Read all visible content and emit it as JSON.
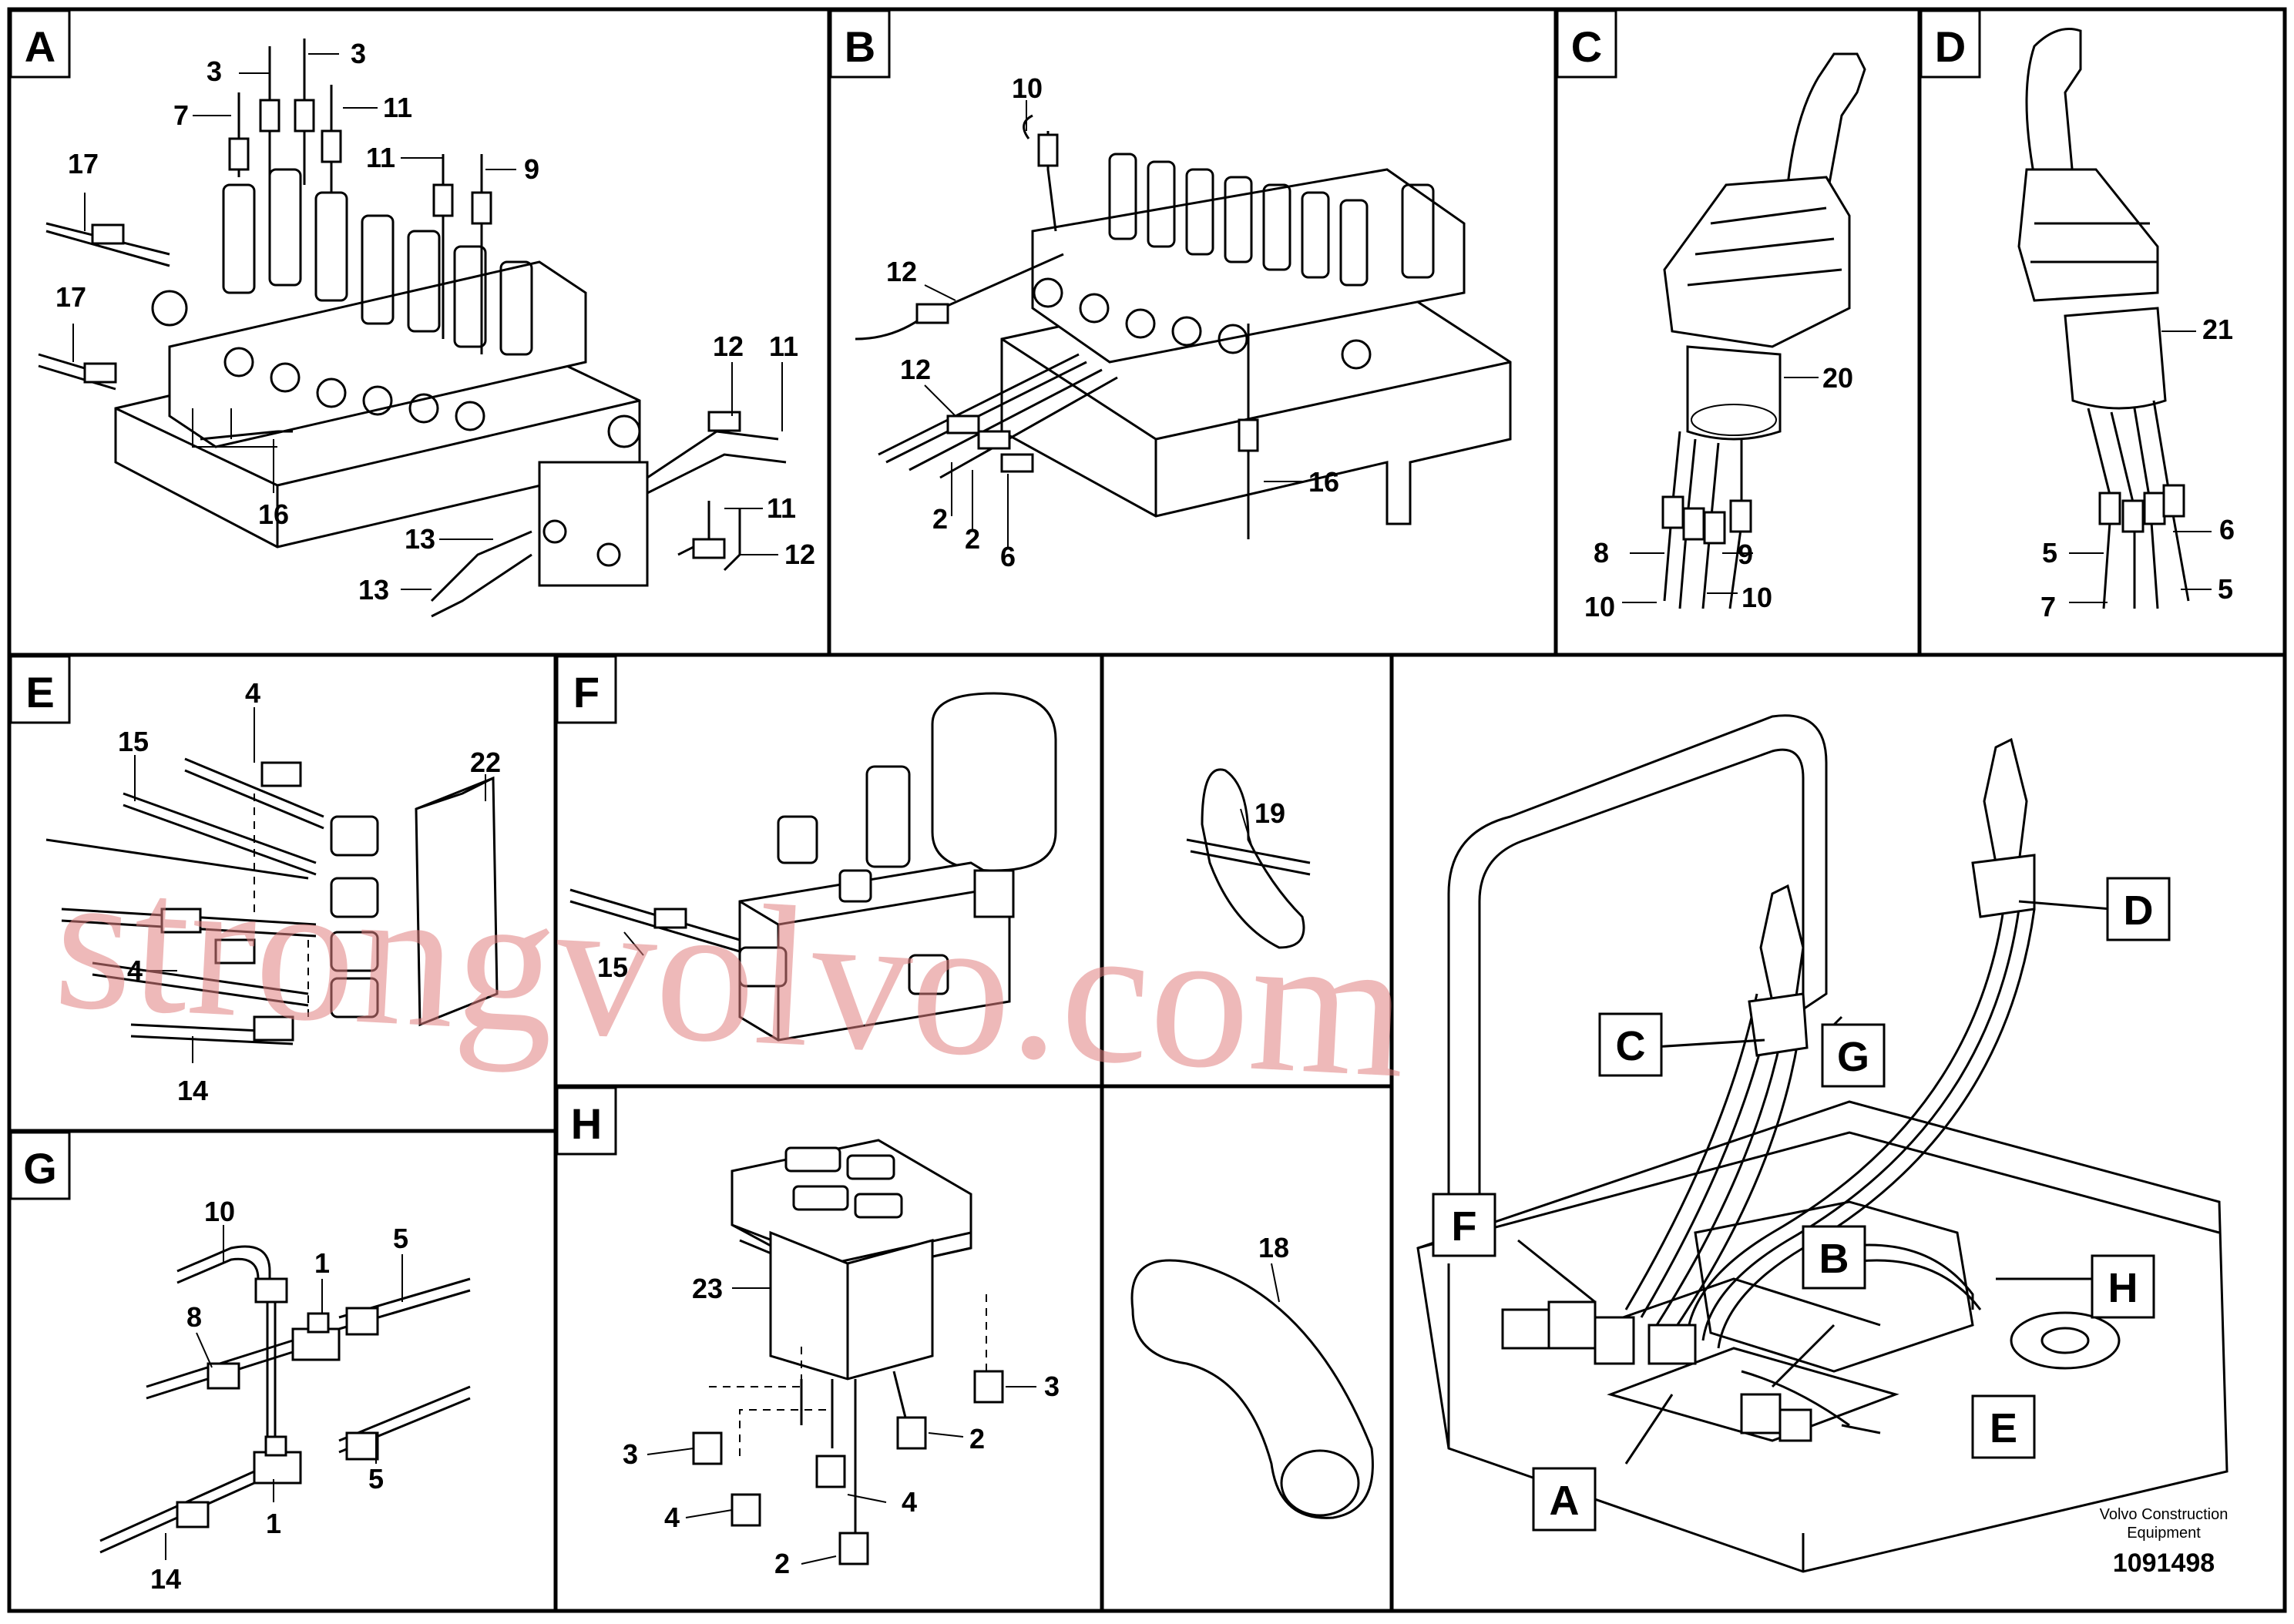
{
  "panels": {
    "A": {
      "tag": "A",
      "labels": [
        "3",
        "3",
        "7",
        "11",
        "11",
        "9",
        "17",
        "17",
        "16",
        "12",
        "11",
        "11",
        "12",
        "13",
        "13"
      ]
    },
    "B": {
      "tag": "B",
      "labels": [
        "10",
        "12",
        "12",
        "2",
        "2",
        "6",
        "16"
      ]
    },
    "C": {
      "tag": "C",
      "labels": [
        "20",
        "8",
        "9",
        "10",
        "10"
      ]
    },
    "D": {
      "tag": "D",
      "labels": [
        "21",
        "6",
        "5",
        "7",
        "5"
      ]
    },
    "E": {
      "tag": "E",
      "labels": [
        "4",
        "15",
        "22",
        "4",
        "14"
      ]
    },
    "F": {
      "tag": "F",
      "labels": [
        "15"
      ]
    },
    "T": {
      "labels": [
        "19"
      ]
    },
    "G": {
      "tag": "G",
      "labels": [
        "10",
        "1",
        "5",
        "8",
        "5",
        "1",
        "14"
      ]
    },
    "H": {
      "tag": "H",
      "labels": [
        "23",
        "3",
        "3",
        "2",
        "4",
        "4",
        "2"
      ]
    },
    "R": {
      "labels": [
        "18"
      ]
    },
    "overview": {
      "callouts": [
        "C",
        "D",
        "G",
        "F",
        "B",
        "H",
        "E",
        "A"
      ]
    }
  },
  "watermark": "strongvolvo.com",
  "footer": {
    "company_line1": "Volvo Construction",
    "company_line2": "Equipment",
    "drawing_number": "1091498"
  }
}
